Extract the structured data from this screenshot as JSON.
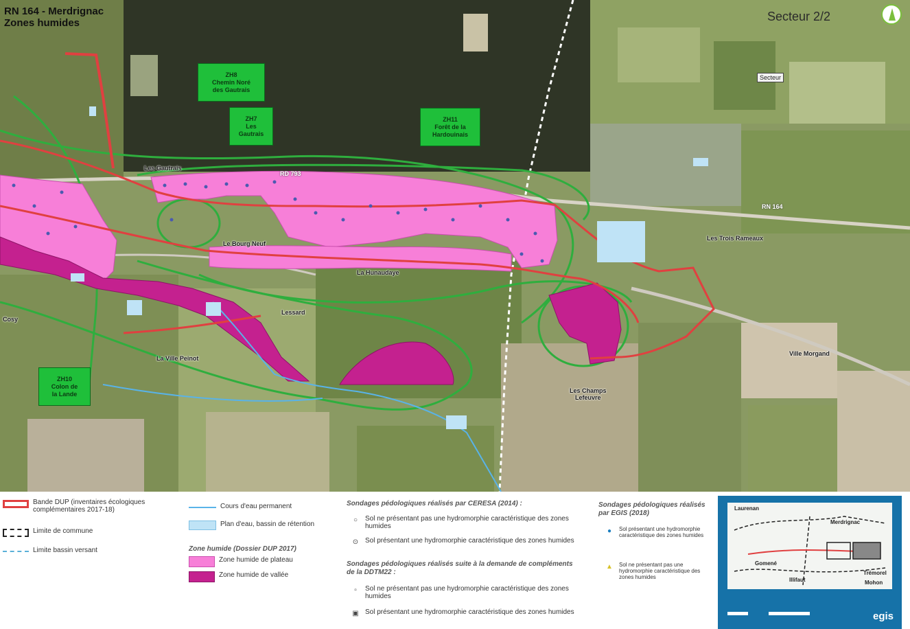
{
  "header": {
    "title_line1": "RN 164 - Merdrignac",
    "title_line2": "Zones humides",
    "sector": "Secteur 2/2"
  },
  "map_labels": {
    "zh8": [
      "ZH8",
      "Chemin Noré",
      "des Gautrais"
    ],
    "zh7": [
      "ZH7",
      "Les",
      "Gautrais"
    ],
    "zh11": [
      "ZH11",
      "Forêt de la",
      "Hardouinais"
    ],
    "zh10": [
      "ZH10",
      "Colon de",
      "la Lande"
    ],
    "places": {
      "les_gautrais": "Les Gautrais",
      "rd_road": "RD 793",
      "rn_road": "RN 164",
      "la_ville_peinot": "La Ville Peinot",
      "les_champs_lefeuvre": [
        "Les Champs",
        "Lefeuvre"
      ],
      "les_trois_rameaux": "Les Trois Rameaux",
      "le_bourgneuf": "Le Bourg Neuf",
      "la_hunaudaye": "La Hunaudaye",
      "lessard": "Lessard",
      "cosy": "Cosy",
      "secteur_box": "Secteur",
      "village_est": "Ville Morgand"
    }
  },
  "legend": {
    "bande_dup": "Bande DUP (inventaires écologiques complémentaires 2017-18)",
    "limite_commune": "Limite de commune",
    "limite_bassin": "Limite bassin versant",
    "cours_eau": "Cours d'eau permanent",
    "plan_eau": "Plan d'eau, bassin de rétention",
    "zone_humide_head": "Zone humide (Dossier DUP 2017)",
    "zh_plateau": "Zone humide de plateau",
    "zh_vallee": "Zone humide de vallée",
    "ceresa_head": "Sondages pédologiques réalisés par CERESA (2014) :",
    "ceresa_not": "Sol ne présentant pas une hydromorphie caractéristique des zones humides",
    "ceresa_yes": "Sol présentant une hydromorphie caractéristique des zones humides",
    "ddtm_head": "Sondages pédologiques réalisés suite à la demande de compléments de la DDTM22 :",
    "ddtm_not": "Sol ne présentant pas une hydromorphie caractéristique des zones humides",
    "ddtm_yes": "Sol présentant une hydromorphie caractéristique des zones humides",
    "egis_head": "Sondages pédologiques réalisés par EGIS (2018)",
    "egis_yes": "Sol présentant une hydromorphie caractéristique des zones humides",
    "egis_not": "Sol ne présentant pas une hydromorphie caractéristique des zones humides"
  },
  "inset": {
    "laurenan": "Laurenan",
    "merdrignac": "Merdrignac",
    "gomene": "Gomené",
    "illifaut": "Illifaut",
    "tremorel": "Trémorel",
    "mohon": "Mohon",
    "brand": "egis"
  },
  "colors": {
    "zh_plateau": "#f77fd8",
    "zh_vallee": "#c4218f",
    "bande_dup": "#e04040",
    "bassin": "#2fae3e",
    "river": "#59b3e8"
  }
}
